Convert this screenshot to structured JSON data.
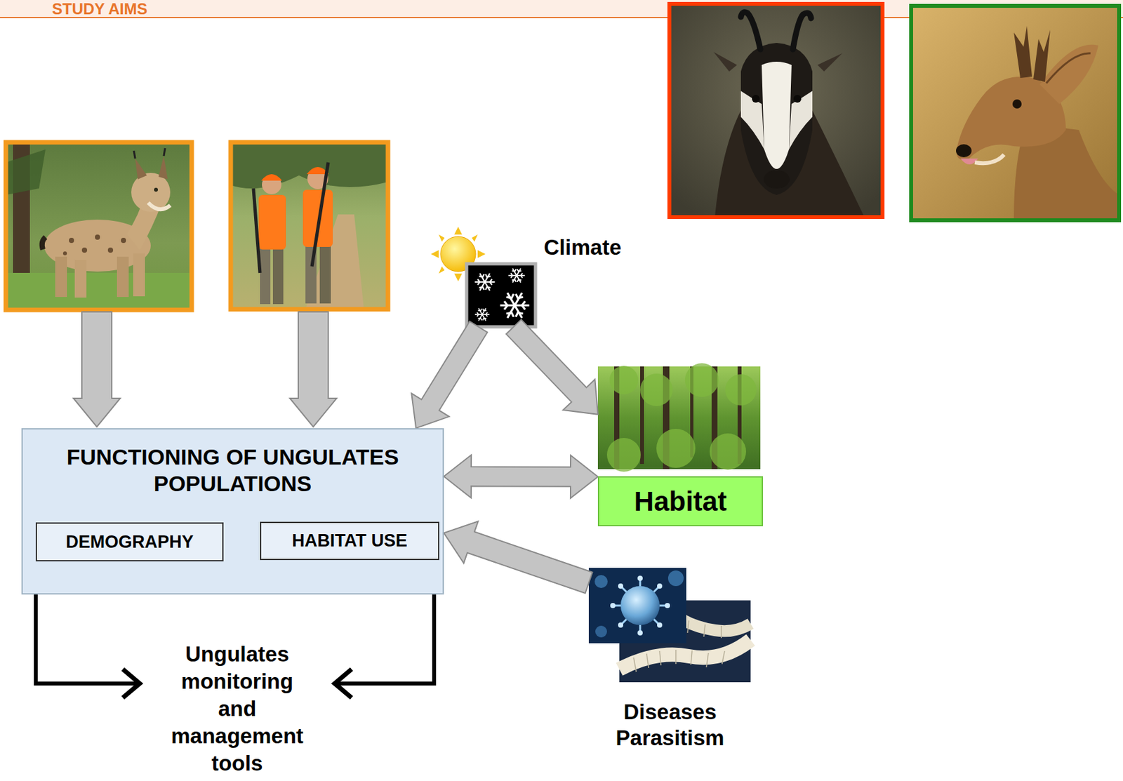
{
  "diagram": {
    "title": "STUDY AIMS",
    "nodes": [
      {
        "text": [
          "FUNCTIONING OF UNGULATES POPULATIONS"
        ]
      },
      {
        "text": [
          "DEMOGRAPHY"
        ],
        "in": 0
      },
      {
        "text": [
          "HABITAT USE"
        ],
        "in": 0
      },
      {
        "text": [
          "Habitat"
        ]
      },
      {
        "text": [
          "Ungulates monitoring and management tools"
        ]
      },
      {
        "text": [
          "Climate"
        ]
      },
      {
        "text": [
          "Diseases Parasitism"
        ]
      }
    ],
    "edges": [
      {
        "from": 5,
        "to": 0,
        "arrow": "to"
      },
      {
        "from": 5,
        "to": 3,
        "arrow": "to"
      },
      {
        "from": 0,
        "to": 3,
        "arrow": "both"
      },
      {
        "from": 6,
        "to": 0,
        "arrow": "to"
      },
      {
        "from": 0,
        "to": 4,
        "arrow": "to"
      },
      {
        "from": 0,
        "to": 4,
        "arrow": "to"
      }
    ]
  }
}
